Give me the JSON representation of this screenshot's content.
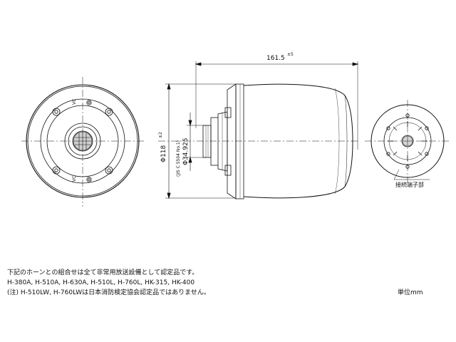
{
  "drawing": {
    "dimensions": {
      "length": "161.5",
      "length_tolerance": "±5",
      "diameter": "Φ118",
      "diameter_tolerance": "±2",
      "throat_standard": "(JIS C 5504 No.1)",
      "throat_diameter": "Φ34.925"
    },
    "markings": {
      "vc_top": "VC",
      "vc_bottom": "VC"
    },
    "terminal_label": "接続端子部"
  },
  "notes": [
    "下記のホーンとの組合せは全て非常用放送設備として認定品です。",
    "H-380A, H-510A, H-630A, H-510L, H-760L, HK-315, HK-400",
    "(注) H-510LW, H-760LWは日本消防検定協会認定品ではありません。"
  ],
  "unit_label": "単位mm",
  "colors": {
    "line": "#111111",
    "background": "#ffffff"
  }
}
